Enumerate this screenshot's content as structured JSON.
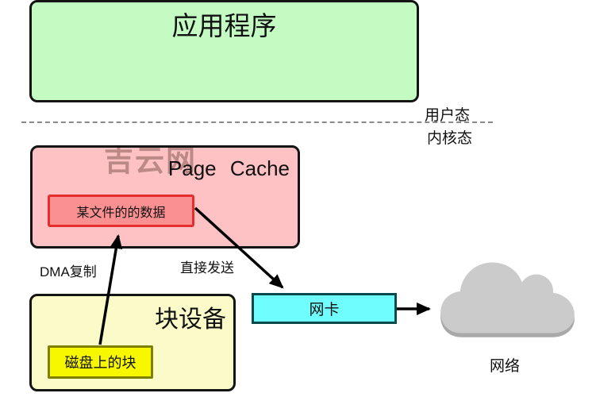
{
  "labels": {
    "user_mode": "用户态",
    "kernel_mode": "内核态",
    "dma_copy": "DMA复制",
    "direct_send": "直接发送",
    "network": "网络"
  },
  "boxes": {
    "application": {
      "label": "应用程序",
      "fill": "#c3fbc3"
    },
    "page_cache": {
      "label": "Page Cache",
      "fill": "#fec1c4"
    },
    "file_data": {
      "label": "某文件的的数据",
      "fill": "#fb9092",
      "border": "#e62c2c"
    },
    "block_device": {
      "label": "块设备",
      "fill": "#fbfbc9"
    },
    "disk_block": {
      "label": "磁盘上的块",
      "fill": "#f7f700",
      "border": "#7f7f00"
    },
    "nic": {
      "label": "网卡",
      "fill": "#70fdfd",
      "border": "#0a4a4a"
    }
  },
  "cloud": {
    "fill": "#cbcbcb",
    "shadow": "#a9a9a9"
  },
  "watermark": {
    "text": "吉云网"
  },
  "arrow_color": "#000000"
}
